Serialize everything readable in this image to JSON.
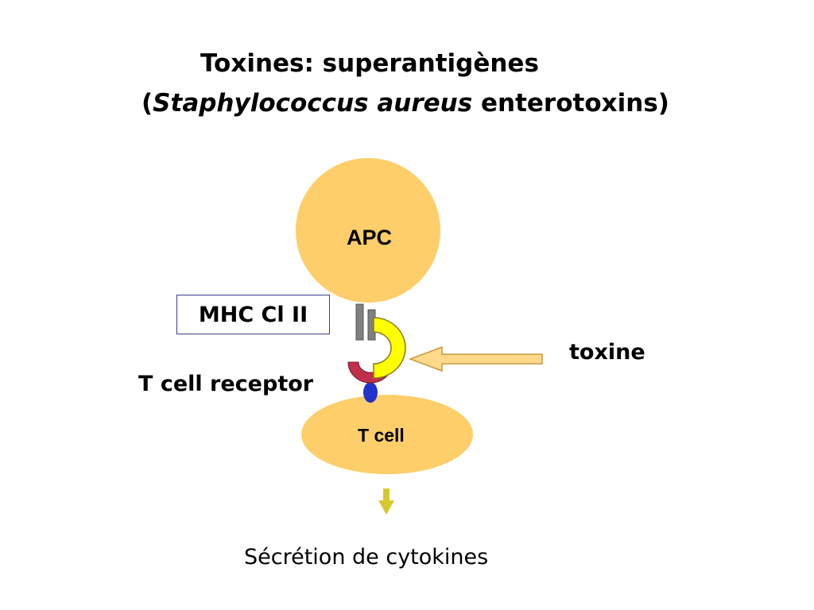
{
  "title": {
    "line1": "Toxines: superantigènes",
    "line2_open": "(",
    "line2_italic": "Staphylococcus aureus",
    "line2_rest": " enterotoxins)"
  },
  "labels": {
    "apc": "APC",
    "mhc": "MHC Cl II",
    "tcr": "T cell receptor",
    "toxine": "toxine",
    "tcell": "T cell",
    "secretion": "Sécrétion de cytokines"
  },
  "colors": {
    "cell_fill": "#fdce6a",
    "mhc_bar": "#808080",
    "toxin_fill": "#ffff00",
    "tcr_red": "#c0304a",
    "tcr_blue": "#2233cc",
    "arrow_fill": "#ffd98a",
    "down_arrow": "#d8c830",
    "box_border": "#3a3a8c"
  }
}
